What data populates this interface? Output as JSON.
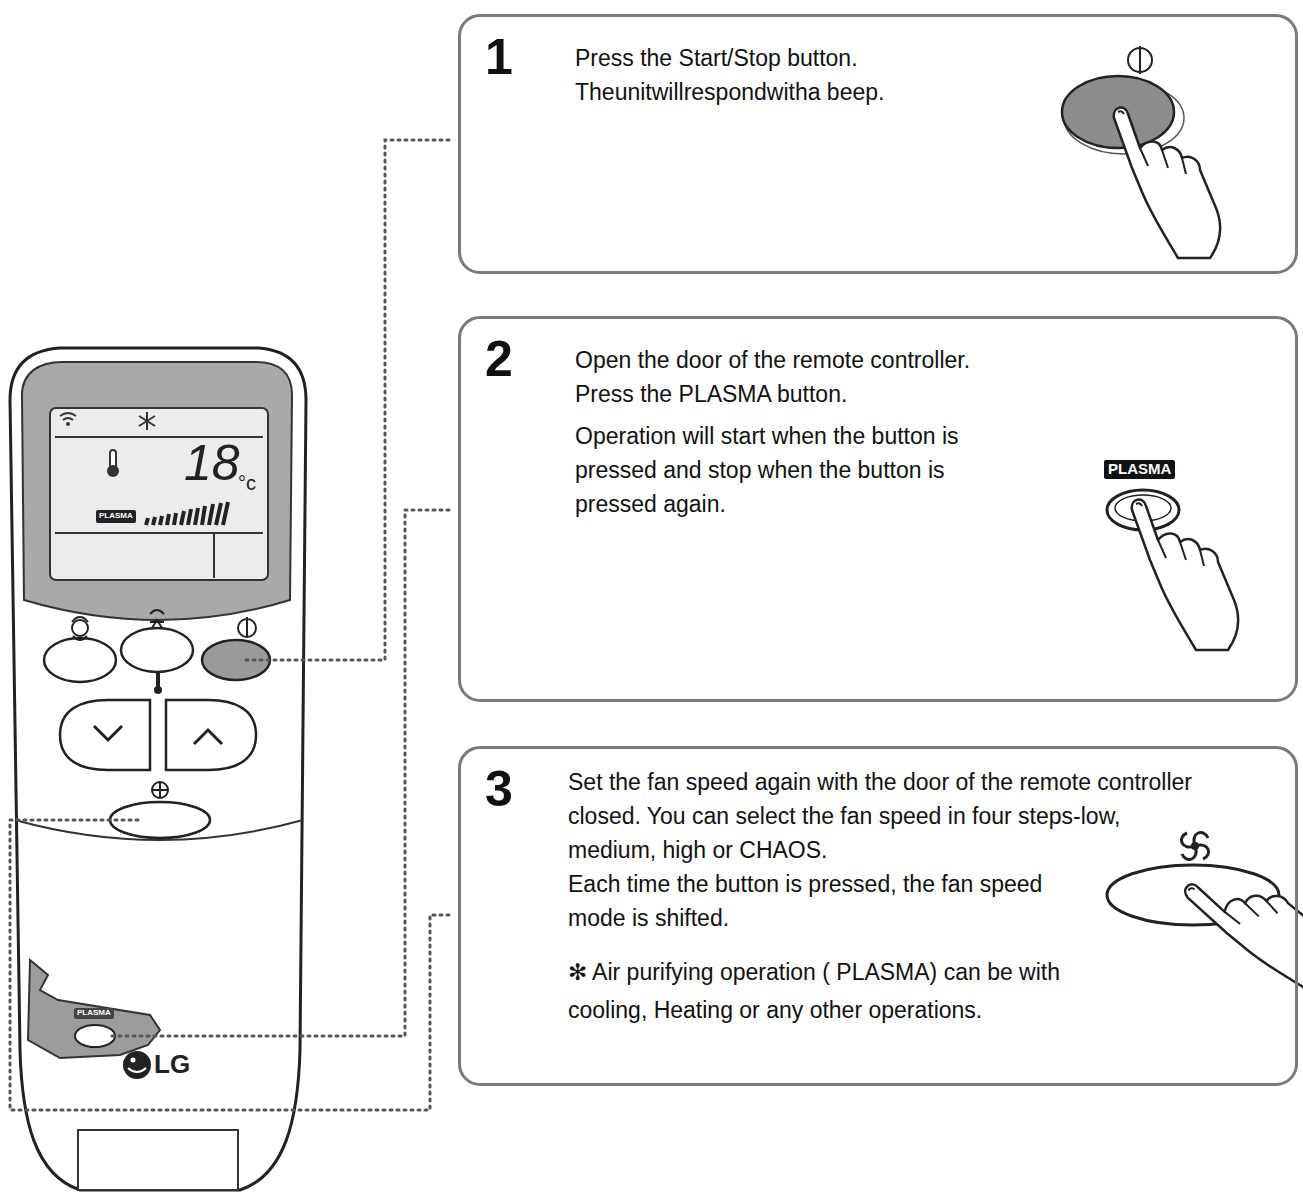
{
  "diagram": {
    "nodes": [
      {
        "text": [
          "1",
          "Press the Start/Stop button. Theunitwillrespondwitha beep."
        ]
      },
      {
        "text": [
          "2",
          "Open the door of the remote controller. Press the PLASMA button.",
          "Operation will start when the button is pressed and stop when the button is pressed again."
        ]
      },
      {
        "text": [
          "3",
          "Set the fan speed again with the door of the remote controller closed. You can select the fan speed in four steps-low, medium, high or CHAOS.",
          "Each time the button is pressed, the fan speed mode is shifted.",
          "✻ Air purifying operation ( PLASMA) can be with cooling, Heating or any other operations."
        ]
      }
    ],
    "labels": [
      "18",
      "°c",
      "PLASMA",
      "PLASMA",
      "LG",
      "PLASMA"
    ]
  }
}
